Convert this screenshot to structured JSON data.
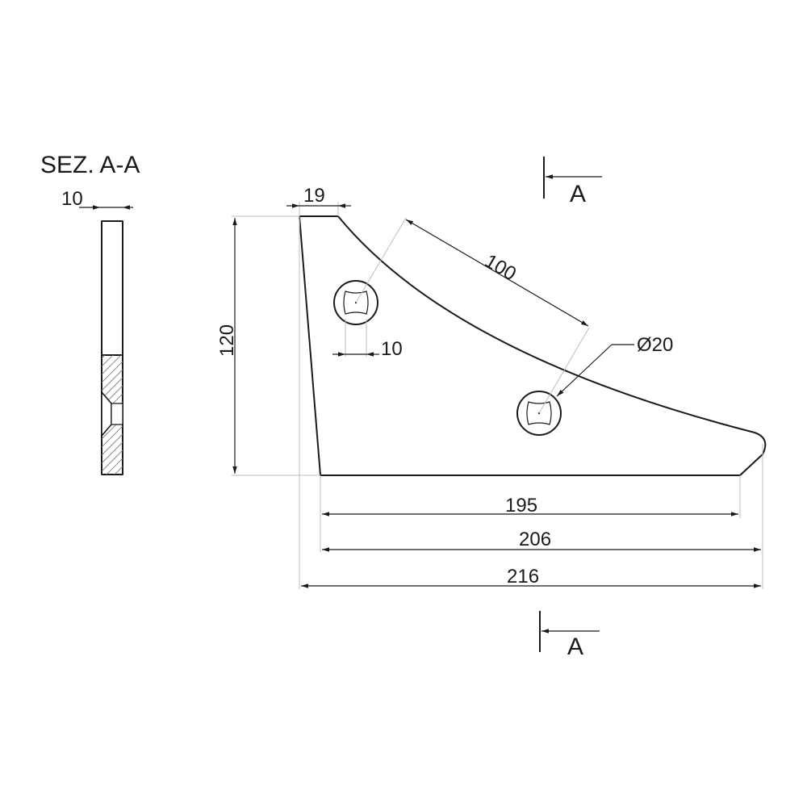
{
  "section_title": "SEZ. A-A",
  "section_marker_top": "A",
  "section_marker_bottom": "A",
  "dimensions": {
    "thickness": "10",
    "top_width": "19",
    "height": "120",
    "slot": "10",
    "hole_spacing": "100",
    "hole_diameter": "Ø20",
    "base_195": "195",
    "base_206": "206",
    "base_216": "216"
  },
  "colors": {
    "line": "#1a1a1a",
    "extension": "#bdbdbd",
    "hatch": "#7a7a7a",
    "background": "#ffffff"
  }
}
